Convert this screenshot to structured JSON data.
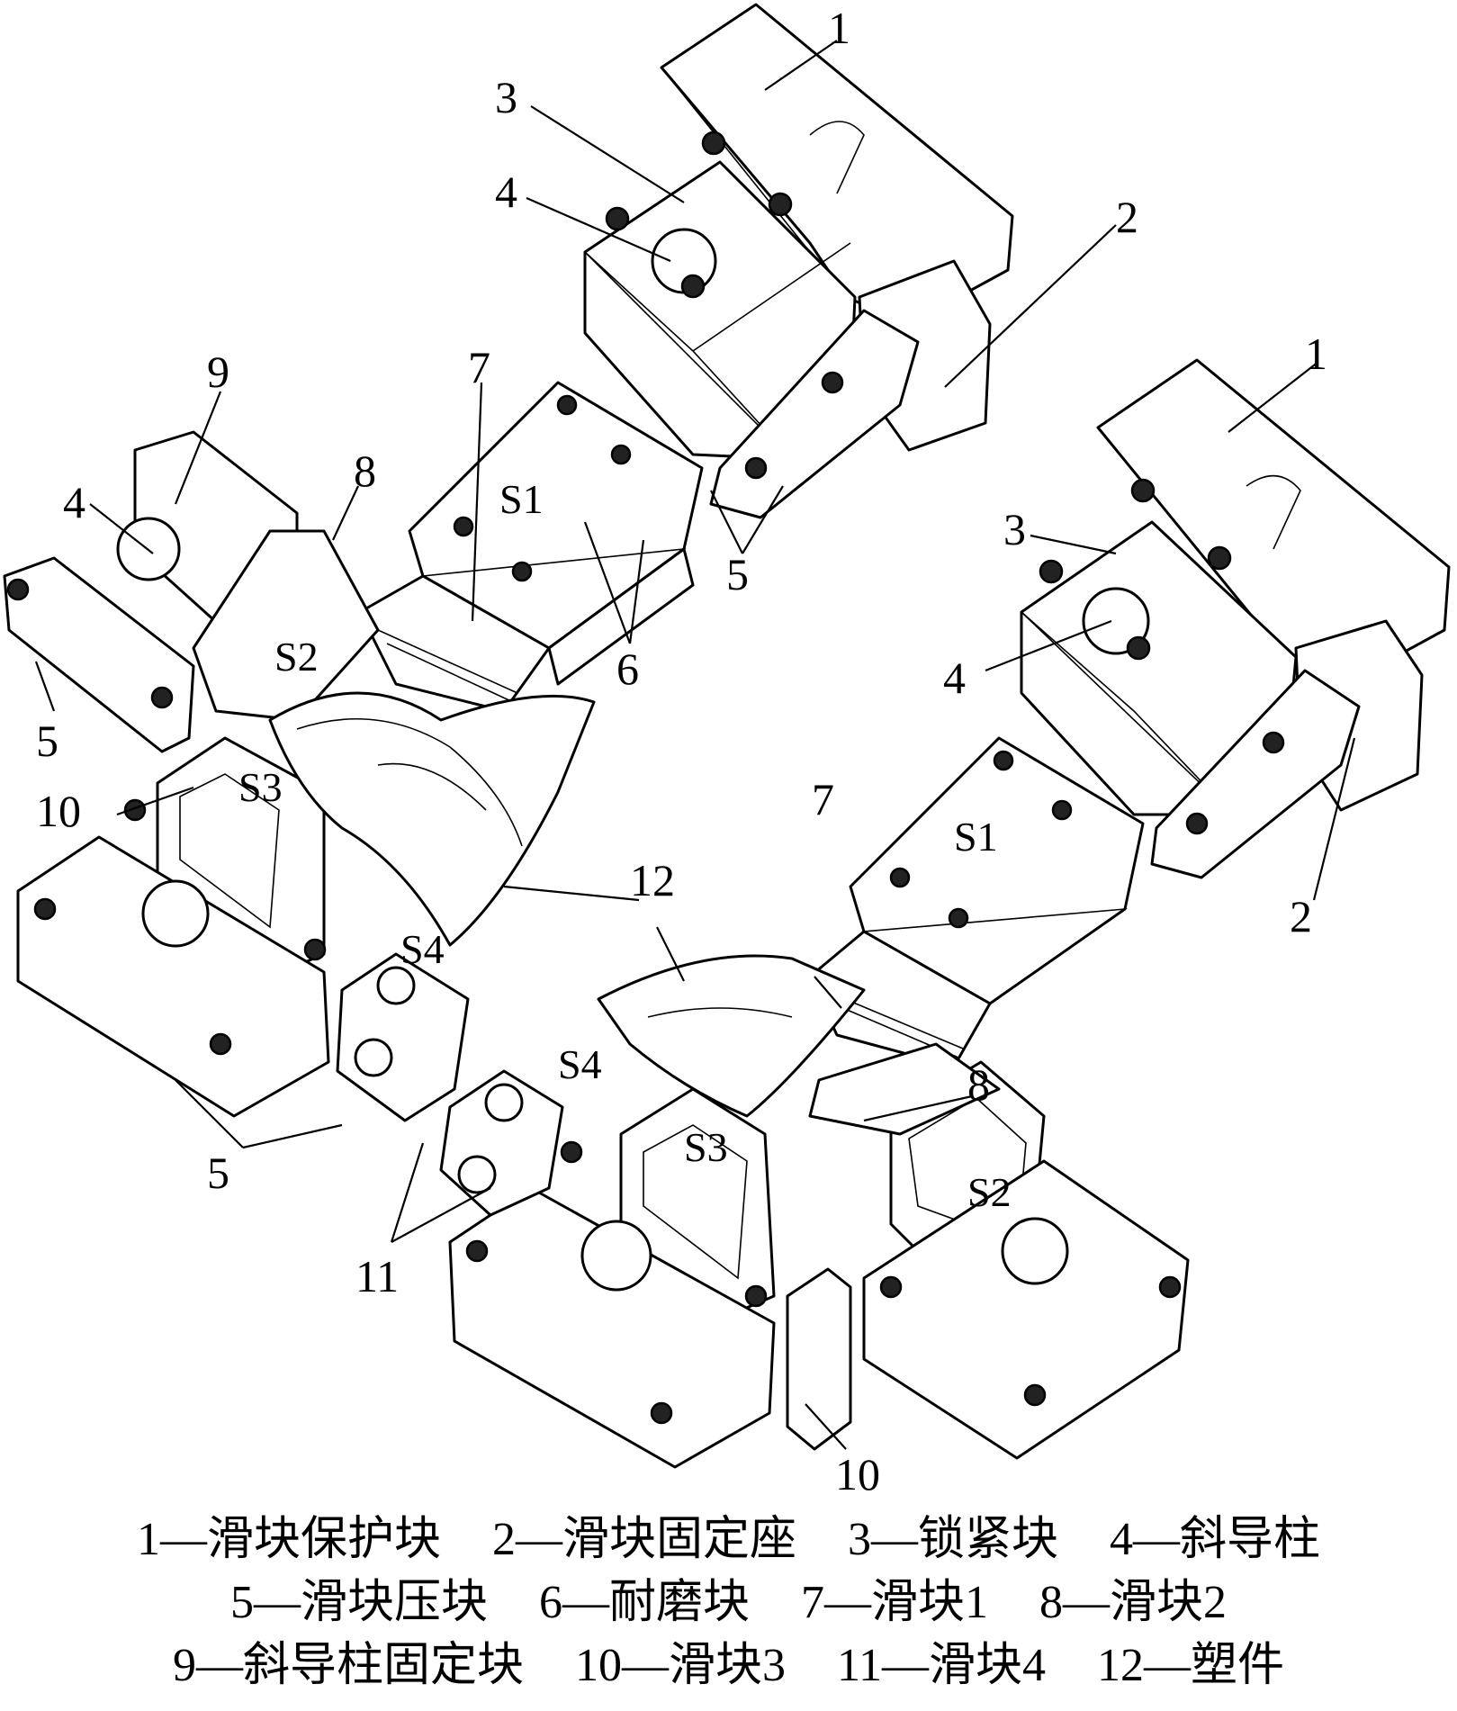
{
  "callouts": {
    "n1a": "1",
    "n1b": "1",
    "n2a": "2",
    "n2b": "2",
    "n3a": "3",
    "n3b": "3",
    "n4a": "4",
    "n4b": "4",
    "n4c": "4",
    "n5a": "5",
    "n5b": "5",
    "n5c": "5",
    "n6": "6",
    "n7a": "7",
    "n7b": "7",
    "n8a": "8",
    "n8b": "8",
    "n9": "9",
    "n10a": "10",
    "n10b": "10",
    "n11": "11",
    "n12": "12"
  },
  "zones": {
    "s1a": "S1",
    "s1b": "S1",
    "s2a": "S2",
    "s2b": "S2",
    "s3a": "S3",
    "s3b": "S3",
    "s4a": "S4",
    "s4b": "S4"
  },
  "legend": {
    "row1": [
      "1—滑块保护块",
      "2—滑块固定座",
      "3—锁紧块",
      "4—斜导柱"
    ],
    "row2": [
      "5—滑块压块",
      "6—耐磨块",
      "7—滑块1",
      "8—滑块2"
    ],
    "row3": [
      "9—斜导柱固定块",
      "10—滑块3",
      "11—滑块4",
      "12—塑件"
    ]
  }
}
